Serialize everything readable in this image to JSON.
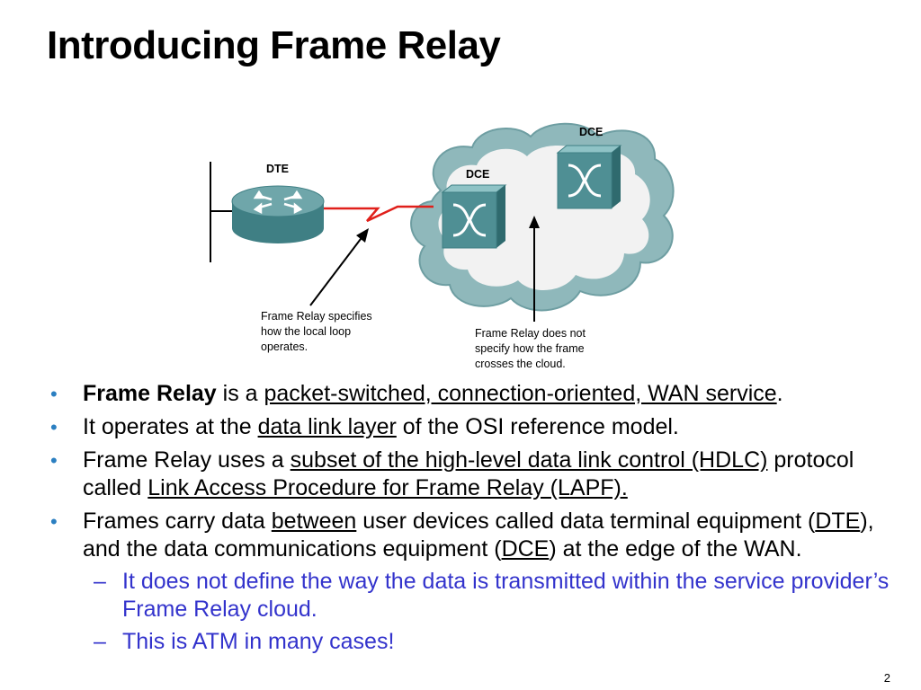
{
  "title": "Introducing Frame Relay",
  "diagram": {
    "dte_label": "DTE",
    "dce_label_1": "DCE",
    "dce_label_2": "DCE",
    "caption_left": [
      "Frame Relay specifies",
      "how the local loop",
      "operates."
    ],
    "caption_right": [
      "Frame Relay does not",
      "specify how the frame",
      "crosses the cloud."
    ]
  },
  "bullets": [
    {
      "strong": "Frame Relay",
      "text1": " is a ",
      "link": "packet-switched, connection-oriented, WAN service",
      "text2": "."
    },
    {
      "text1": "It operates at the ",
      "link": "data link layer",
      "text2": " of the OSI reference model."
    },
    {
      "text1": "Frame Relay uses a ",
      "link": "subset of the high-level data link control (HDLC)",
      "text2": " protocol called ",
      "link2": "Link Access Procedure for Frame Relay (LAPF).",
      "text3": ""
    },
    {
      "text1": "Frames carry data ",
      "link": "between",
      "text2": " user devices called data terminal equipment (",
      "link2": "DTE",
      "text3": "), and the data communications equipment (",
      "link3": "DCE",
      "text4": ") at the edge of the WAN."
    }
  ],
  "sub_bullets": [
    {
      "dash": "–",
      "text": "It does not define the way the data is transmitted within the service provider’s Frame Relay cloud."
    },
    {
      "dash": "–",
      "text": "This is ATM in many cases!"
    }
  ],
  "bullet_symbol": "•",
  "page_number": "2",
  "colors": {
    "bullet": "#2b7fc1",
    "sub_text": "#3333cc",
    "serial_line": "#e0201b",
    "device": "#4f8f94",
    "cloud": "#8fb8bb"
  }
}
